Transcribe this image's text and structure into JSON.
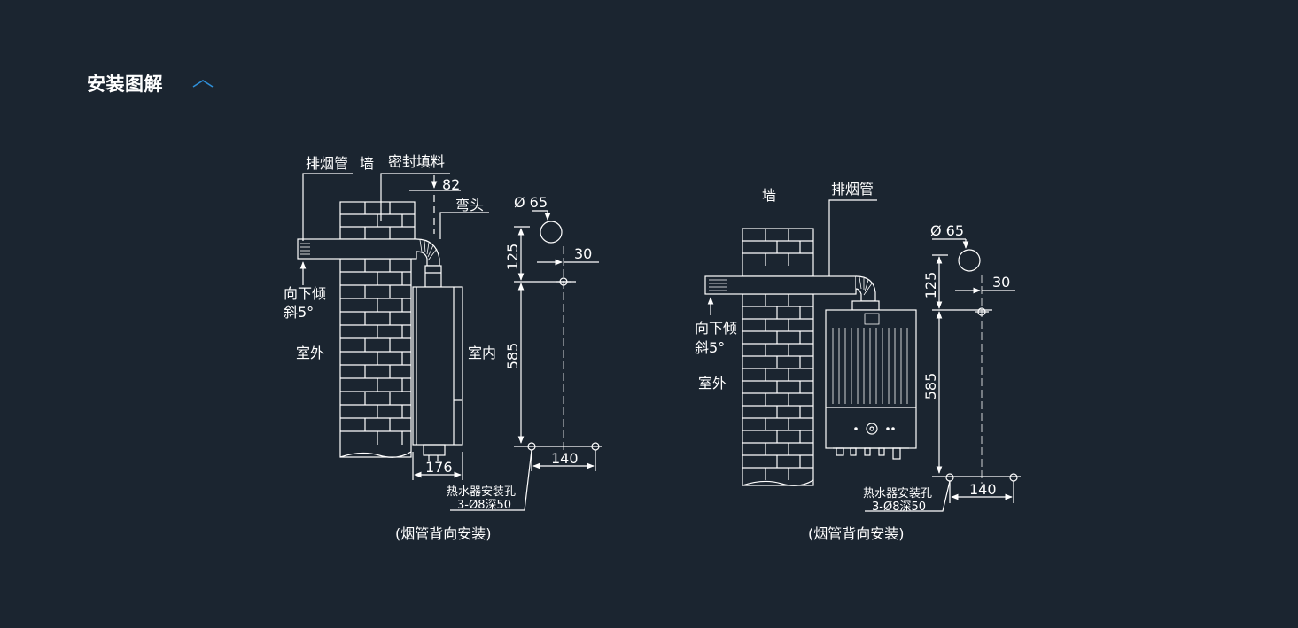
{
  "header": {
    "title": "安装图解",
    "toggle_icon": "chevron-up-icon",
    "accent_color": "#2f8fd8"
  },
  "colors": {
    "background": "#1b2530",
    "line": "#ffffff"
  },
  "diagram_left": {
    "label_flue": "排烟管",
    "label_wall": "墙",
    "label_seal": "密封填料",
    "dim_82": "82",
    "label_elbow": "弯头",
    "dim_phi65": "Ø 65",
    "dim_125": "125",
    "dim_30": "30",
    "label_slope_1": "向下倾",
    "label_slope_2": "斜5°",
    "label_outdoor": "室外",
    "label_indoor": "室内",
    "dim_585": "585",
    "dim_176": "176",
    "dim_140": "140",
    "label_holes_1": "热水器安装孔",
    "label_holes_2": "3-Ø8深50",
    "caption": "(烟管背向安装)"
  },
  "diagram_right": {
    "label_wall": "墙",
    "label_flue": "排烟管",
    "dim_phi65": "Ø 65",
    "dim_125": "125",
    "dim_30": "30",
    "label_slope_1": "向下倾",
    "label_slope_2": "斜5°",
    "label_outdoor": "室外",
    "dim_585": "585",
    "dim_140": "140",
    "label_holes_1": "热水器安装孔",
    "label_holes_2": "3-Ø8深50",
    "caption": "(烟管背向安装)"
  }
}
